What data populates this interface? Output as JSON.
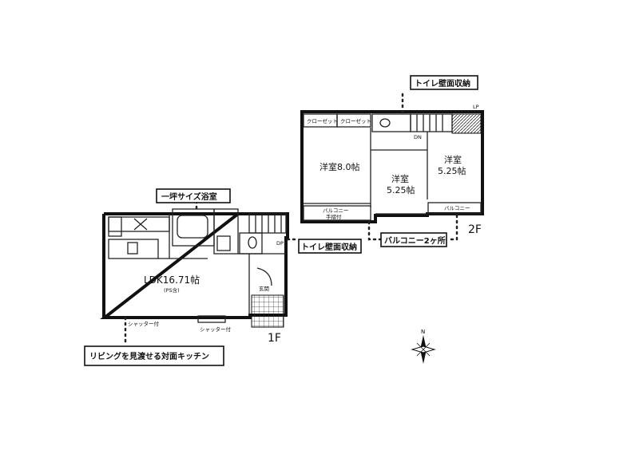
{
  "floor1": {
    "tag": "1F",
    "ldk_label": "LDK16.71帖",
    "ldk_sub": "(PS含)",
    "entrance": "玄関",
    "dp": "DP",
    "shutter_left": "シャッター付",
    "shutter_right": "シャッター付"
  },
  "floor2": {
    "tag": "2F",
    "room_western8": "洋室8.0帖",
    "room_western525a": "洋室",
    "room_western525a_size": "5.25帖",
    "room_western525b": "洋室",
    "room_western525b_size": "5.25帖",
    "closet1": "クローゼット",
    "closet2": "クローゼット",
    "balcony1": "バルコニー",
    "balcony1_sub": "手摺付",
    "balcony2": "バルコニー",
    "dn": "DN",
    "lp": "LP"
  },
  "callouts": {
    "bath": "一坪サイズ浴室",
    "toilet_storage_top": "トイレ壁面収納",
    "toilet_storage_mid": "トイレ壁面収納",
    "balcony_two": "バルコニー2ヶ所",
    "kitchen": "リビングを見渡せる対面キッチン"
  },
  "icons": {
    "compass": "compass-north-icon"
  }
}
